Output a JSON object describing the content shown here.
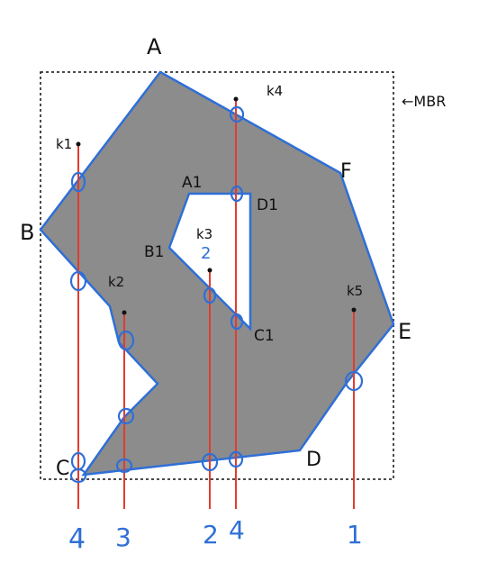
{
  "vertex_labels": {
    "A": "A",
    "B": "B",
    "C": "C",
    "D": "D",
    "E": "E",
    "F": "F",
    "A1": "A1",
    "B1": "B1",
    "C1": "C1",
    "D1": "D1"
  },
  "mbr_label": "←MBR",
  "query_points": {
    "k1": "k1",
    "k2": "k2",
    "k3": "k3",
    "k4": "k4",
    "k5": "k5"
  },
  "k3_count": "2",
  "ray_counts": {
    "r1": "4",
    "r2": "3",
    "r3": "2",
    "r4": "4",
    "r5": "1"
  },
  "colors": {
    "polygon_fill": "#8c8c8c",
    "polygon_stroke": "#2f6fd6",
    "ray": "#e23b2e",
    "count": "#2f6fd6"
  }
}
